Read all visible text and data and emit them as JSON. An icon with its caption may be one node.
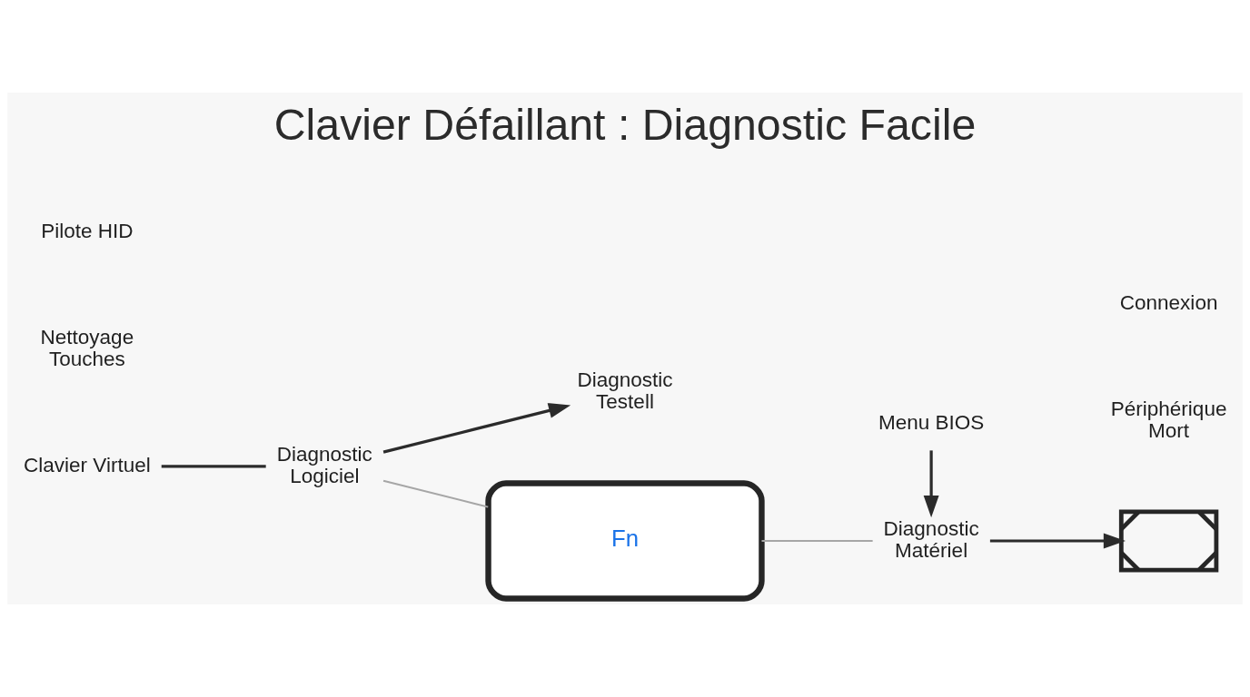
{
  "diagram": {
    "title": "Clavier Défaillant : Diagnostic Facile",
    "nodes": [
      {
        "text": [
          "Pilote HID"
        ]
      },
      {
        "text": [
          "Nettoyage Touches"
        ]
      },
      {
        "text": [
          "Clavier Virtuel"
        ]
      },
      {
        "text": [
          "Diagnostic Logiciel"
        ]
      },
      {
        "text": [
          "Diagnostic Testell"
        ]
      },
      {
        "text": [
          "Fn"
        ]
      },
      {
        "text": [
          "Menu BIOS"
        ]
      },
      {
        "text": [
          "Diagnostic Matériel"
        ]
      },
      {
        "text": [
          "Connexion"
        ]
      },
      {
        "text": [
          "Périphérique Mort"
        ]
      },
      {
        "text": [],
        "shape": "picture"
      }
    ],
    "edges": [
      {
        "from": 2,
        "to": 3,
        "arrow": "none"
      },
      {
        "from": 3,
        "to": 4,
        "arrow": "to"
      },
      {
        "from": 3,
        "to": 5,
        "arrow": "none",
        "color": "#a6a6a6"
      },
      {
        "from": 5,
        "to": 7,
        "arrow": "none",
        "color": "#a6a6a6"
      },
      {
        "from": 6,
        "to": 7,
        "arrow": "to"
      },
      {
        "from": 7,
        "to": 10,
        "arrow": "to"
      }
    ]
  }
}
